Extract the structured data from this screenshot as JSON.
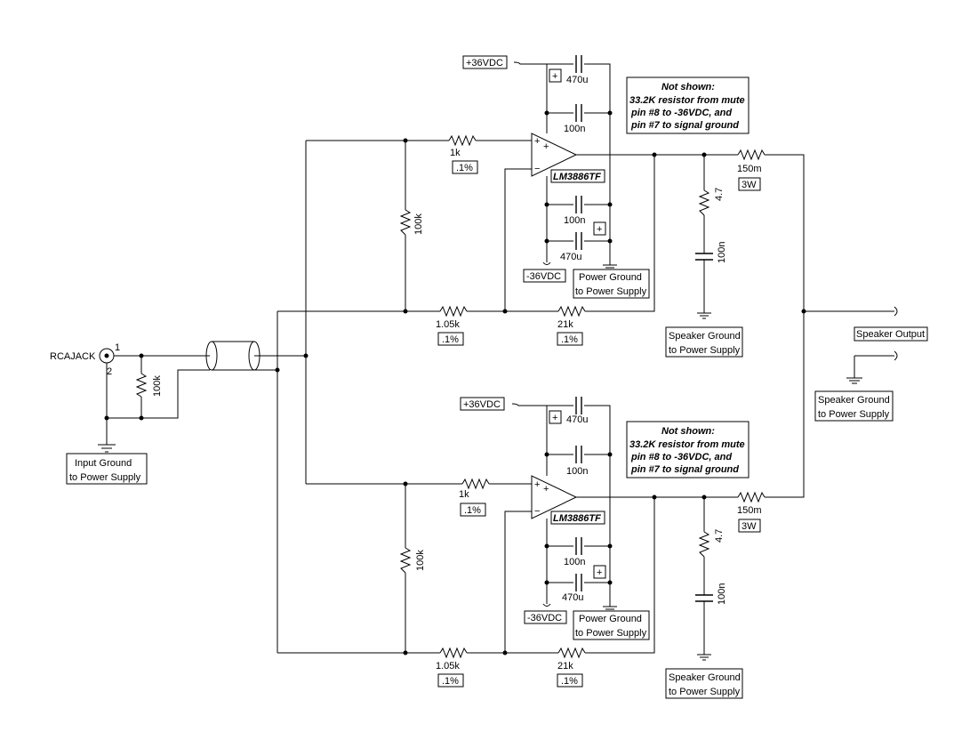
{
  "input": {
    "jack_label": "RCAJACK",
    "pin1": "1",
    "pin2": "2",
    "input_resistor": "100k",
    "ground_label_line1": "Input Ground",
    "ground_label_line2": "to Power Supply"
  },
  "output": {
    "speaker_output": "Speaker Output",
    "speaker_ground_line1": "Speaker Ground",
    "speaker_ground_line2": "to Power Supply"
  },
  "channels": [
    {
      "pos_supply": "+36VDC",
      "neg_supply": "-36VDC",
      "cap_470u_top": "470u",
      "cap_100n_top": "100n",
      "cap_100n_bottom": "100n",
      "cap_470u_bottom": "470u",
      "polarity_mark": "+",
      "r_in": "1k",
      "r_in_tol": ".1%",
      "r_bias": "100k",
      "r_fb_lower": "1.05k",
      "r_fb_lower_tol": ".1%",
      "r_fb": "21k",
      "r_fb_tol": ".1%",
      "opamp": "LM3886TF",
      "opamp_plus": "+",
      "opamp_minus": "−",
      "r_out": "150m",
      "r_out_rating": "3W",
      "zobel_r": "4.7",
      "zobel_c": "100n",
      "power_ground_line1": "Power Ground",
      "power_ground_line2": "to Power Supply",
      "speaker_ground_line1": "Speaker Ground",
      "speaker_ground_line2": "to Power Supply",
      "note_title": "Not shown:",
      "note_line1": "33.2K resistor from mute",
      "note_line2": "pin #8 to -36VDC,  and",
      "note_line3": "pin #7 to signal ground"
    },
    {
      "pos_supply": "+36VDC",
      "neg_supply": "-36VDC",
      "cap_470u_top": "470u",
      "cap_100n_top": "100n",
      "cap_100n_bottom": "100n",
      "cap_470u_bottom": "470u",
      "polarity_mark": "+",
      "r_in": "1k",
      "r_in_tol": ".1%",
      "r_bias": "100k",
      "r_fb_lower": "1.05k",
      "r_fb_lower_tol": ".1%",
      "r_fb": "21k",
      "r_fb_tol": ".1%",
      "opamp": "LM3886TF",
      "opamp_plus": "+",
      "opamp_minus": "−",
      "r_out": "150m",
      "r_out_rating": "3W",
      "zobel_r": "4.7",
      "zobel_c": "100n",
      "power_ground_line1": "Power Ground",
      "power_ground_line2": "to Power Supply",
      "speaker_ground_line1": "Speaker Ground",
      "speaker_ground_line2": "to Power Supply",
      "note_title": "Not shown:",
      "note_line1": "33.2K resistor from mute",
      "note_line2": "pin #8 to -36VDC,  and",
      "note_line3": "pin #7 to signal ground"
    }
  ]
}
